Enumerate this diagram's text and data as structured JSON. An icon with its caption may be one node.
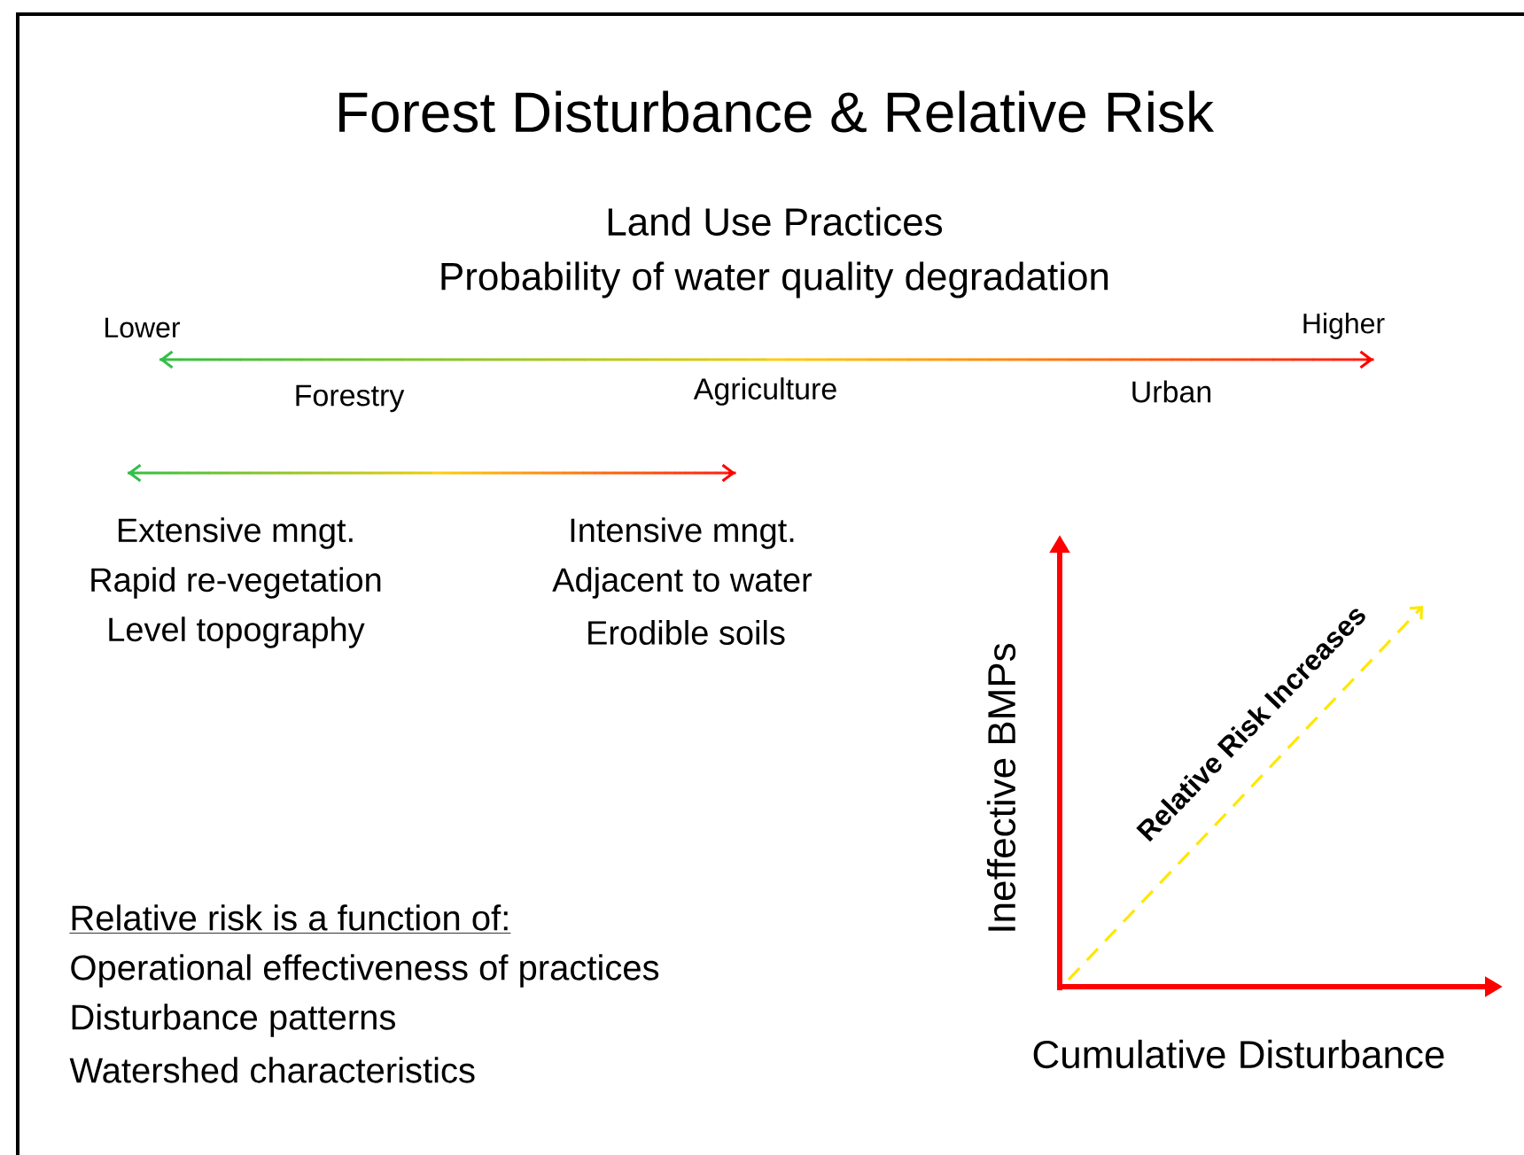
{
  "diagram": {
    "title": "Forest Disturbance & Relative Risk",
    "labels": [
      "Land Use Practices",
      "Probability of water quality degradation",
      "Lower",
      "Higher",
      "Forestry",
      "Agriculture",
      "Urban",
      "Extensive mngt.",
      "Rapid re-vegetation",
      "Level topography",
      "Intensive mngt.",
      "Adjacent to water",
      "Erodible soils",
      "Ineffective BMPs",
      "Relative Risk Increases",
      "Relative risk is a function of:",
      "Operational effectiveness of practices",
      "Disturbance patterns",
      "Watershed characteristics",
      "Cumulative Disturbance"
    ]
  }
}
